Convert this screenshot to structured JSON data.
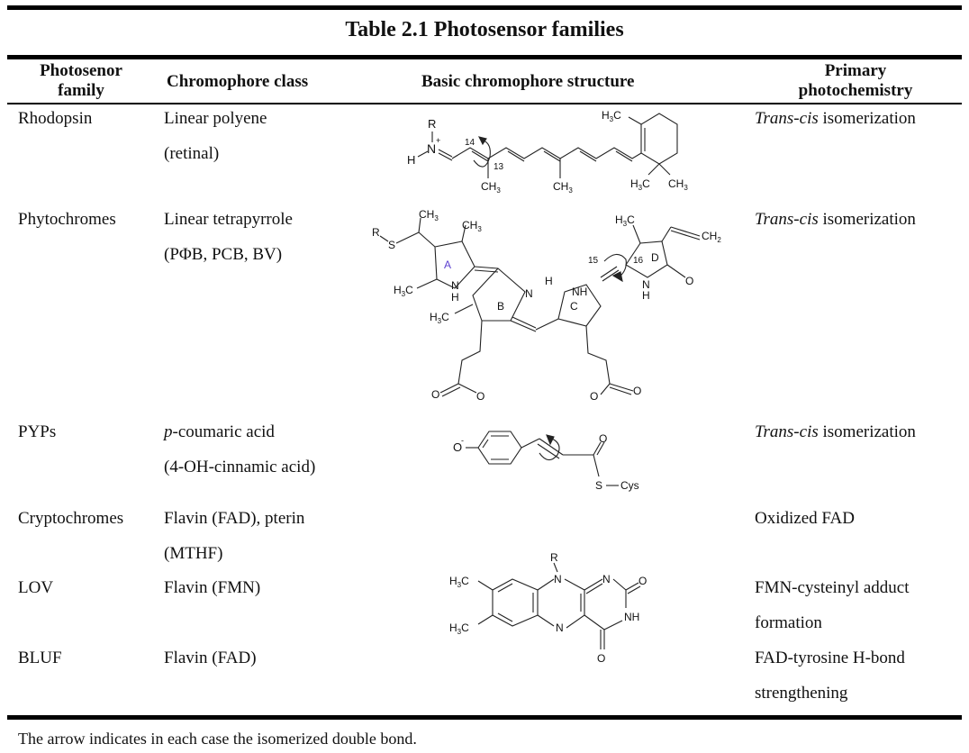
{
  "table": {
    "title": "Table 2.1 Photosensor families",
    "headers": {
      "family": [
        "Photosenor",
        "family"
      ],
      "chromophore_class": "Chromophore class",
      "structure": "Basic chromophore structure",
      "photochemistry": [
        "Primary",
        "photochemistry"
      ]
    },
    "rows": [
      {
        "family": "Rhodopsin",
        "class_lines": [
          "Linear polyene",
          "(retinal)"
        ],
        "structure": "retinal-protonated-schiff-base",
        "photochem_italic": "Trans-cis",
        "photochem_rest": " isomerization",
        "labels": {
          "R": "R",
          "N": "N",
          "plus": "+",
          "H": "H",
          "c14": "14",
          "c13": "13",
          "ch3": "CH",
          "sub3": "3",
          "h3c": "H",
          "c": "C"
        }
      },
      {
        "family": "Phytochromes",
        "class_lines": [
          "Linear tetrapyrrole",
          "(PΦB, PCB, BV)"
        ],
        "structure": "bilin-tetrapyrrole",
        "photochem_italic": "Trans-cis",
        "photochem_rest": " isomerization",
        "labels": {
          "ringA": "A",
          "ringB": "B",
          "ringC": "C",
          "ringD": "D",
          "c15": "15",
          "c16": "16",
          "R": "R",
          "S": "S",
          "NH": "NH",
          "N": "N",
          "H": "H",
          "O": "O",
          "ch2": "CH",
          "sub2": "2"
        }
      },
      {
        "family": "PYPs",
        "class_lines_italic_prefix": "p",
        "class_lines": [
          "-coumaric acid",
          "(4-OH-cinnamic acid)"
        ],
        "structure": "p-coumaric-thioester",
        "photochem_italic": "Trans-cis",
        "photochem_rest": " isomerization",
        "labels": {
          "O": "O",
          "minus": "-",
          "S": "S",
          "Cys": "Cys"
        }
      },
      {
        "family": "Cryptochromes",
        "class_lines": [
          "Flavin (FAD), pterin",
          "(MTHF)"
        ],
        "photochem_lines": [
          "Oxidized FAD"
        ]
      },
      {
        "family": "LOV",
        "class_lines": [
          "Flavin (FMN)"
        ],
        "structure": "isoalloxazine-flavin",
        "photochem_lines": [
          "FMN-cysteinyl adduct",
          "formation"
        ],
        "labels": {
          "R": "R",
          "N": "N",
          "NH": "NH",
          "O": "O"
        }
      },
      {
        "family": "BLUF",
        "class_lines": [
          "Flavin (FAD)"
        ],
        "photochem_lines": [
          "FAD-tyrosine H-bond",
          "strengthening"
        ]
      }
    ],
    "footnote": "The arrow indicates in each case the isomerized double bond.",
    "accent_color": "#5b3fd0"
  }
}
